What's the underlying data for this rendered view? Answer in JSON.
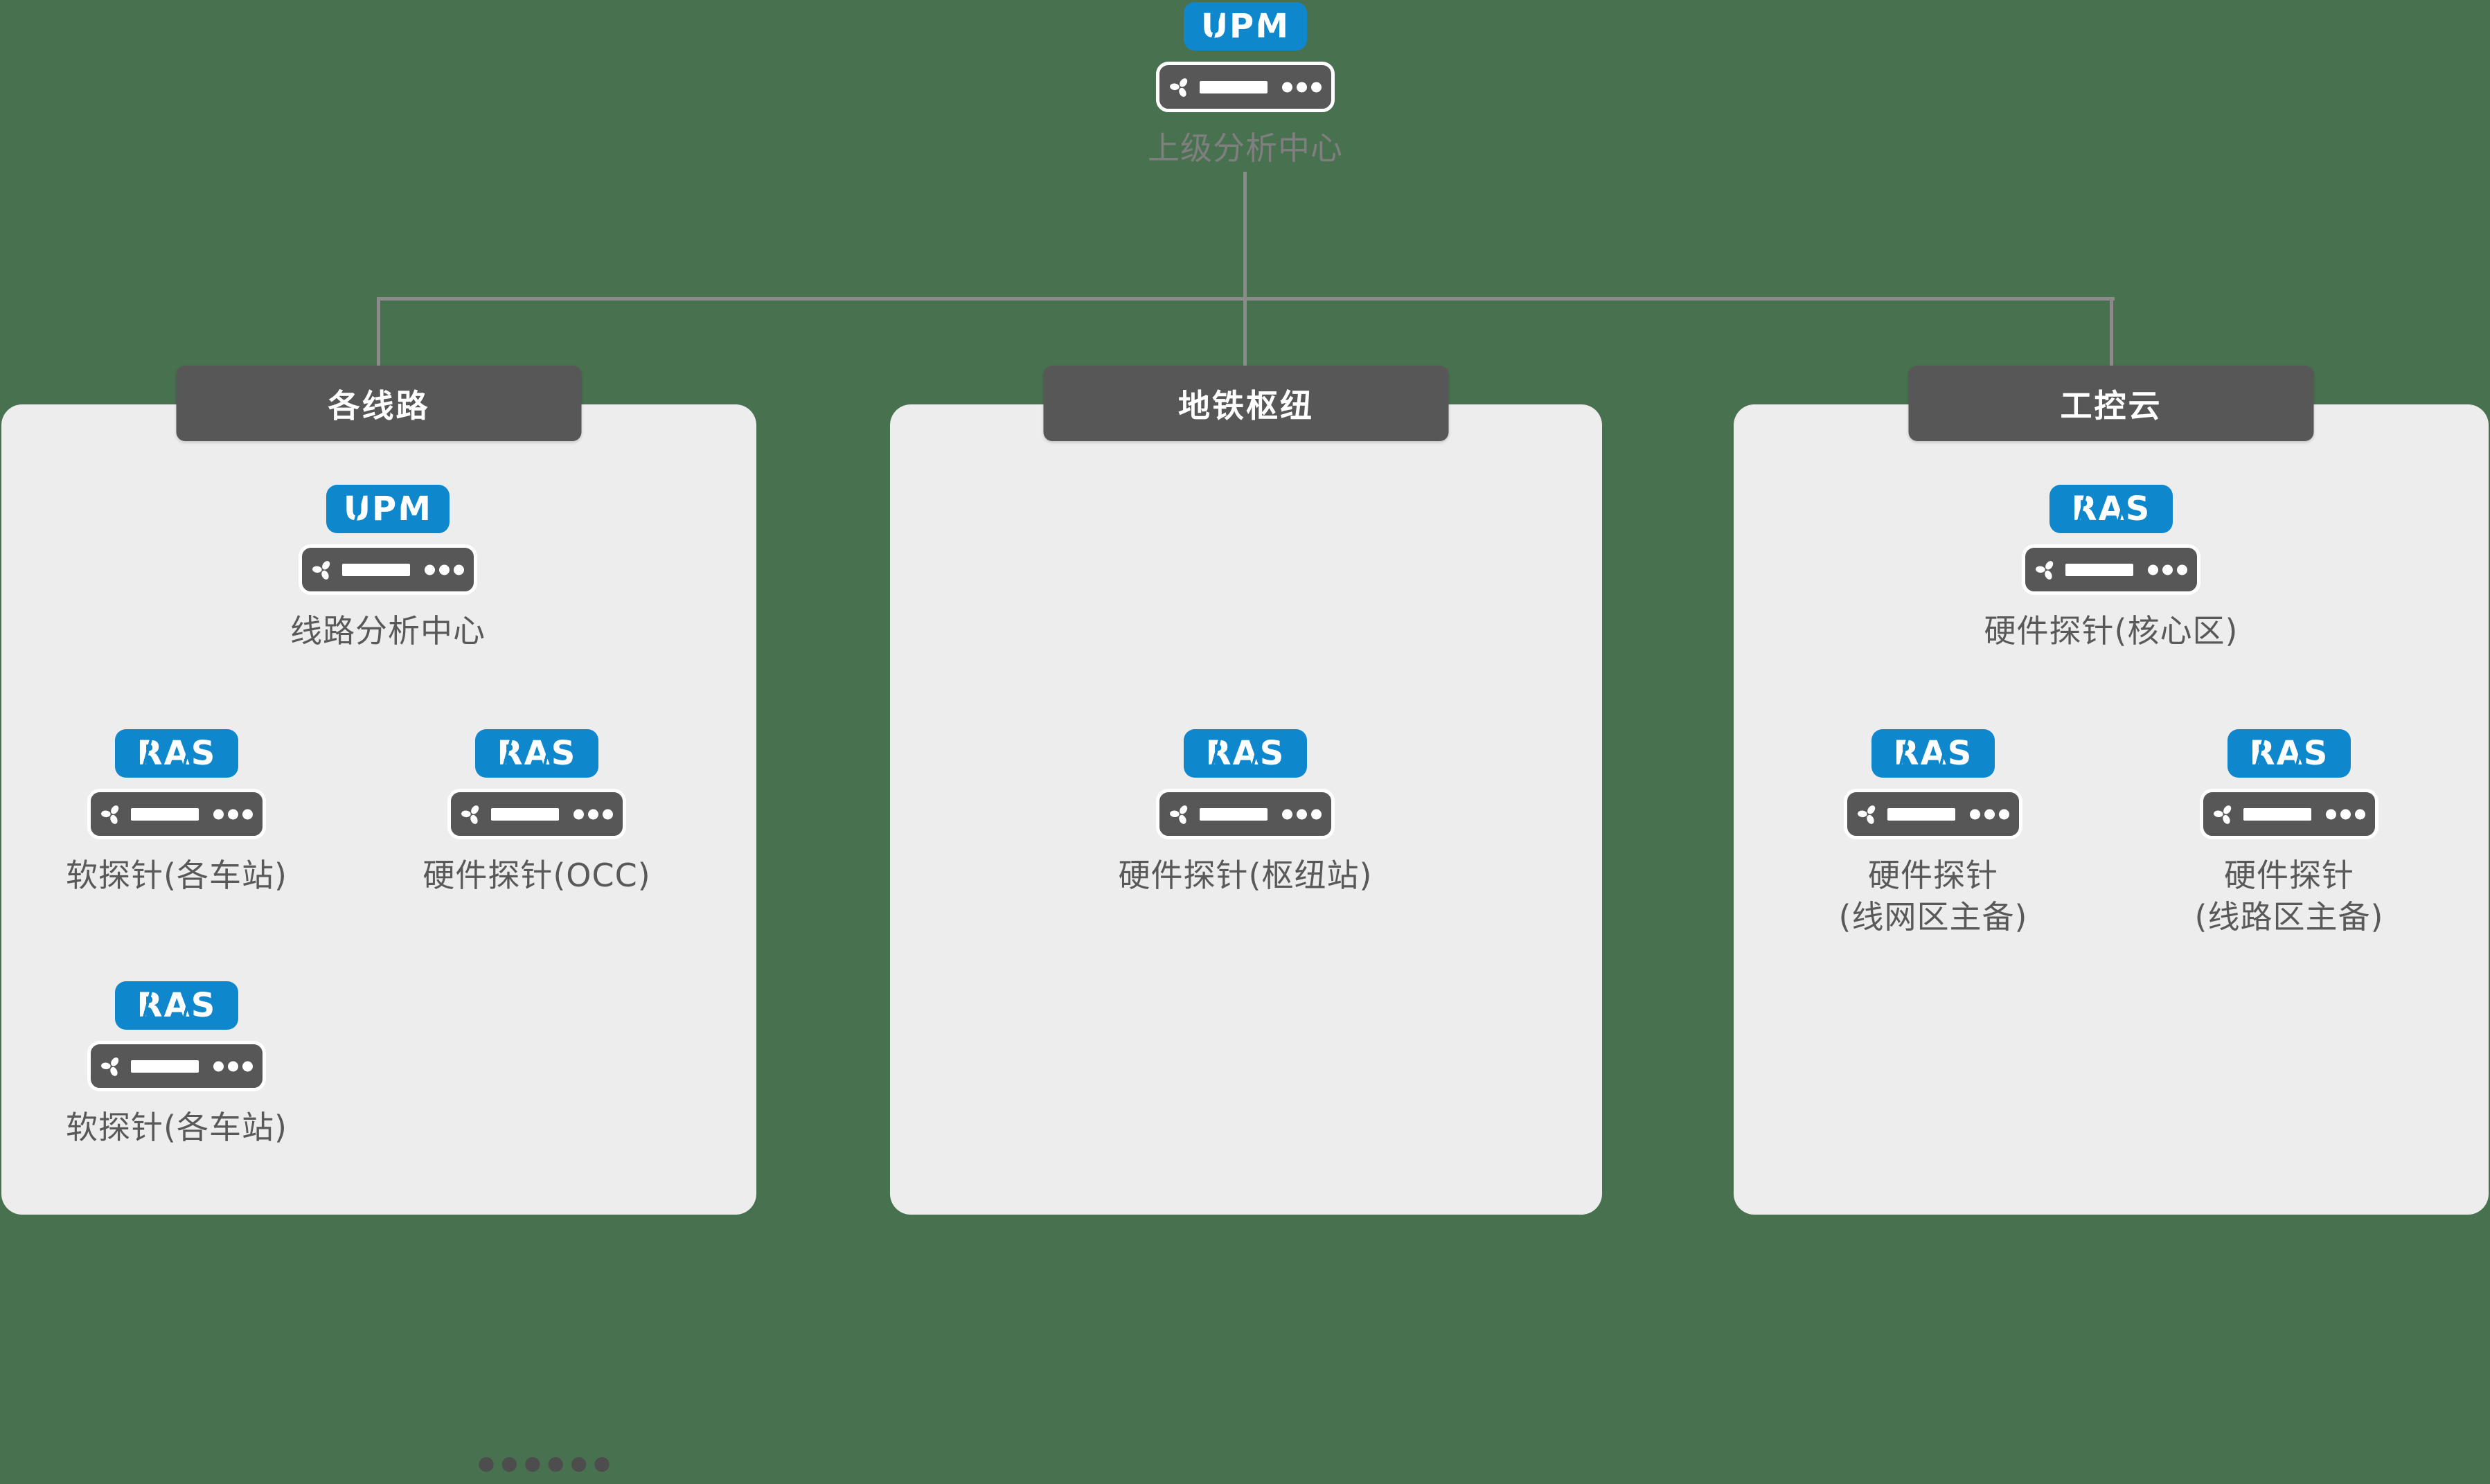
{
  "colors": {
    "bg": "#48724F",
    "panel": "#EDEDED",
    "dark": "#575757",
    "blue": "#0E87CD",
    "line": "#8B8B8B",
    "label": "#595959",
    "label_muted": "#7F7F7F",
    "dots": "#4D4D4D"
  },
  "root": {
    "badge": "UPM",
    "label": "上级分析中心"
  },
  "panels": [
    {
      "title": "各线路",
      "nodes": [
        {
          "badge": "UPM",
          "label": "线路分析中心"
        },
        {
          "badge": "RAS",
          "label": "软探针(各车站)"
        },
        {
          "badge": "RAS",
          "label": "硬件探针(OCC)"
        },
        {
          "badge": "RAS",
          "label": "软探针(各车站)"
        }
      ],
      "ellipsis": "●●●●●●"
    },
    {
      "title": "地铁枢纽",
      "nodes": [
        {
          "badge": "RAS",
          "label": "硬件探针(枢纽站)"
        }
      ]
    },
    {
      "title": "工控云",
      "nodes": [
        {
          "badge": "RAS",
          "label": "硬件探针(核心区)"
        },
        {
          "badge": "RAS",
          "label": "硬件探针",
          "label2": "(线网区主备)"
        },
        {
          "badge": "RAS",
          "label": "硬件探针",
          "label2": "(线路区主备)"
        }
      ]
    }
  ]
}
